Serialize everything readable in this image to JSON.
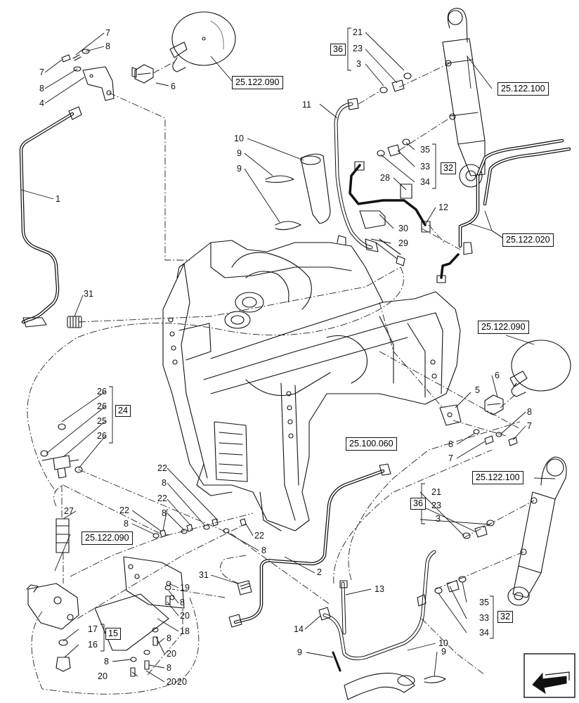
{
  "refs": {
    "r1": "25.122.090",
    "r2": "25.122.100",
    "r3": "25.122.020",
    "r4": "25.122.090",
    "r5": "25.100.060",
    "r6": "25.122.100",
    "r7": "25.122.090"
  },
  "groups": {
    "g36a": "36",
    "g32a": "32",
    "g24": "24",
    "g36b": "36",
    "g32b": "32",
    "g15": "15"
  },
  "labels": {
    "l7a": "7",
    "l8a": "8",
    "l7b": "7",
    "l8b": "8",
    "l4": "4",
    "l6a": "6",
    "l1": "1",
    "l31a": "31",
    "l21a": "21",
    "l23a": "23",
    "l3a": "3",
    "l11": "11",
    "l10a": "10",
    "l9a": "9",
    "l9b": "9",
    "l35a": "35",
    "l33a": "33",
    "l34a": "34",
    "l28": "28",
    "l12": "12",
    "l30": "30",
    "l29": "29",
    "l6b": "6",
    "l5": "5",
    "l8c": "8",
    "l7c": "7",
    "l8d": "8",
    "l7d": "7",
    "l26a": "26",
    "l26b": "26",
    "l25": "25",
    "l26c": "26",
    "l27": "27",
    "l22a": "22",
    "l8e": "8",
    "l22b": "22",
    "l8f": "8",
    "l22c": "22",
    "l8g": "8",
    "l22d": "22",
    "l8h": "8",
    "l2": "2",
    "l21b": "21",
    "l23b": "23",
    "l3b": "3",
    "l31b": "31",
    "l19": "19",
    "l8i": "8",
    "l20a": "20",
    "l18": "18",
    "l13": "13",
    "l35b": "35",
    "l33b": "33",
    "l34b": "34",
    "l17": "17",
    "l16": "16",
    "l8j": "8",
    "l20b": "20",
    "l8k": "8",
    "l20c": "20",
    "l8l": "8",
    "l20d": "20",
    "l20e": "20",
    "l14": "14",
    "l9c": "9",
    "l10b": "10",
    "l9d": "9"
  },
  "icons": {
    "corner": "next-page-arrow-icon"
  }
}
